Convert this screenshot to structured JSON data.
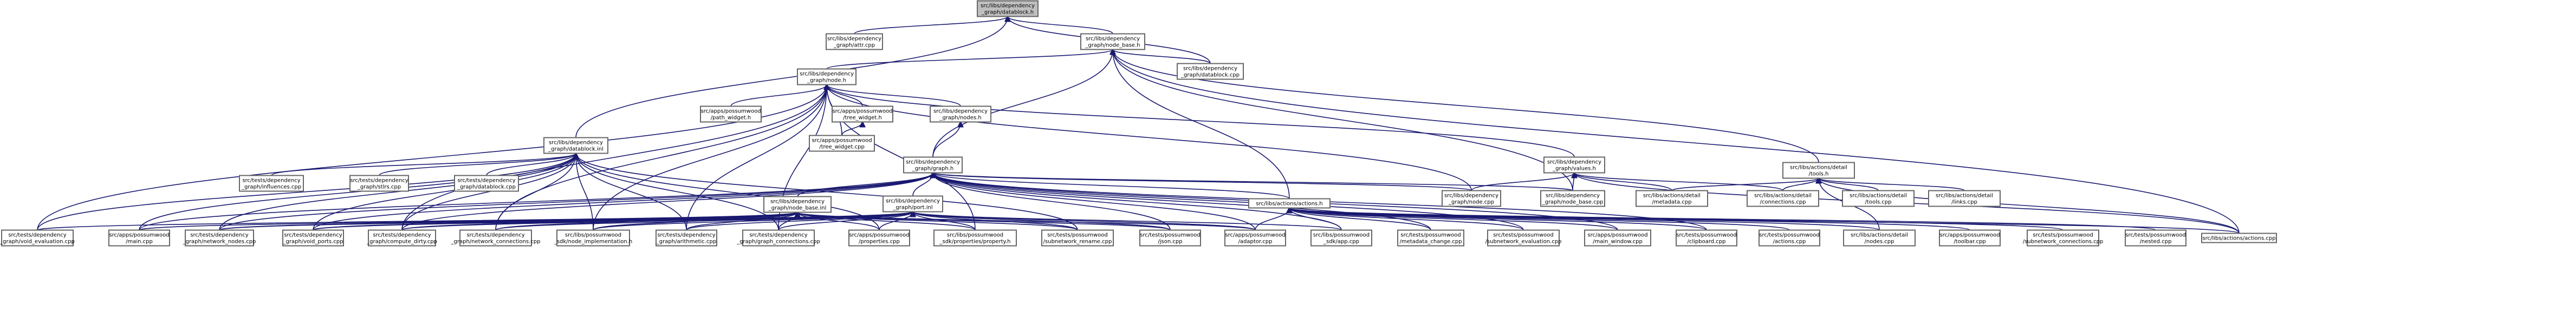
{
  "diagram": {
    "colors": {
      "focus_fill": "#bfbfbf",
      "node_fill": "#ffffff",
      "node_border": "#666666",
      "red_border": "#ff0000",
      "edge": "#191970",
      "text": "#000000"
    },
    "nodes": [
      {
        "id": "datablock_h",
        "lines": [
          "src/libs/dependency",
          "_graph/datablock.h"
        ],
        "focus": true,
        "red": false
      },
      {
        "id": "attr_cpp",
        "lines": [
          "src/libs/dependency",
          "_graph/attr.cpp"
        ],
        "focus": false,
        "red": false
      },
      {
        "id": "node_base_h",
        "lines": [
          "src/libs/dependency",
          "_graph/node_base.h"
        ],
        "focus": false,
        "red": false
      },
      {
        "id": "node_h",
        "lines": [
          "src/libs/dependency",
          "_graph/node.h"
        ],
        "focus": false,
        "red": true
      },
      {
        "id": "datablock_cpp",
        "lines": [
          "src/libs/dependency",
          "_graph/datablock.cpp"
        ],
        "focus": false,
        "red": false
      },
      {
        "id": "path_widget",
        "lines": [
          "src/apps/possumwood",
          "/path_widget.h"
        ],
        "focus": false,
        "red": true
      },
      {
        "id": "tree_widget",
        "lines": [
          "src/apps/possumwood",
          "/tree_widget.h"
        ],
        "focus": false,
        "red": true
      },
      {
        "id": "nodes_h",
        "lines": [
          "src/libs/dependency",
          "_graph/nodes.h"
        ],
        "focus": false,
        "red": true
      },
      {
        "id": "tree_widget_cpp",
        "lines": [
          "src/apps/possumwood",
          "/tree_widget.cpp"
        ],
        "focus": false,
        "red": false
      },
      {
        "id": "datablock_inl",
        "lines": [
          "src/libs/dependency",
          "_graph/datablock.inl"
        ],
        "focus": false,
        "red": false
      },
      {
        "id": "graph_h",
        "lines": [
          "src/libs/dependency",
          "_graph/graph.h"
        ],
        "focus": false,
        "red": true
      },
      {
        "id": "values_h",
        "lines": [
          "src/libs/dependency",
          "_graph/values.h"
        ],
        "focus": false,
        "red": true
      },
      {
        "id": "detail_tools_h",
        "lines": [
          "src/libs/actions/detail",
          "/tools.h"
        ],
        "focus": false,
        "red": false
      },
      {
        "id": "t_influences",
        "lines": [
          "src/tests/dependency",
          "_graph/influences.cpp"
        ],
        "focus": false,
        "red": false
      },
      {
        "id": "t_stlrs",
        "lines": [
          "src/tests/dependency",
          "_graph/stlrs.cpp"
        ],
        "focus": false,
        "red": false
      },
      {
        "id": "t_datablock",
        "lines": [
          "src/tests/dependency",
          "_graph/datablock.cpp"
        ],
        "focus": false,
        "red": false
      },
      {
        "id": "node_base_inl",
        "lines": [
          "src/libs/dependency",
          "_graph/node_base.inl"
        ],
        "focus": false,
        "red": true
      },
      {
        "id": "port_inl",
        "lines": [
          "src/libs/dependency",
          "_graph/port.inl"
        ],
        "focus": false,
        "red": true
      },
      {
        "id": "actions_h",
        "lines": [
          "src/libs/actions/actions.h"
        ],
        "focus": false,
        "red": false
      },
      {
        "id": "node_cpp",
        "lines": [
          "src/libs/dependency",
          "_graph/node.cpp"
        ],
        "focus": false,
        "red": false
      },
      {
        "id": "node_base_cpp",
        "lines": [
          "src/libs/dependency",
          "_graph/node_base.cpp"
        ],
        "focus": false,
        "red": false
      },
      {
        "id": "metadata_cpp",
        "lines": [
          "src/libs/actions/detail",
          "/metadata.cpp"
        ],
        "focus": false,
        "red": false
      },
      {
        "id": "connections_cpp",
        "lines": [
          "src/libs/actions/detail",
          "/connections.cpp"
        ],
        "focus": false,
        "red": false
      },
      {
        "id": "tools_cpp",
        "lines": [
          "src/libs/actions/detail",
          "/tools.cpp"
        ],
        "focus": false,
        "red": false
      },
      {
        "id": "links_cpp",
        "lines": [
          "src/libs/actions/detail",
          "/links.cpp"
        ],
        "focus": false,
        "red": false
      },
      {
        "id": "b_void_eval",
        "lines": [
          "src/tests/dependency",
          "_graph/void_evaluation.cpp"
        ],
        "focus": false,
        "red": false
      },
      {
        "id": "b_main",
        "lines": [
          "src/apps/possumwood",
          "/main.cpp"
        ],
        "focus": false,
        "red": false
      },
      {
        "id": "b_network_nodes",
        "lines": [
          "src/tests/dependency",
          "_graph/network_nodes.cpp"
        ],
        "focus": false,
        "red": false
      },
      {
        "id": "b_void_ports",
        "lines": [
          "src/tests/dependency",
          "_graph/void_ports.cpp"
        ],
        "focus": false,
        "red": false
      },
      {
        "id": "b_compute_dirty",
        "lines": [
          "src/tests/dependency",
          "_graph/compute_dirty.cpp"
        ],
        "focus": false,
        "red": false
      },
      {
        "id": "b_network_conn",
        "lines": [
          "src/tests/dependency",
          "_graph/network_connections.cpp"
        ],
        "focus": false,
        "red": false
      },
      {
        "id": "b_node_impl",
        "lines": [
          "src/libs/possumwood",
          "_sdk/node_implementation.h"
        ],
        "focus": false,
        "red": true
      },
      {
        "id": "b_arithmetic",
        "lines": [
          "src/tests/dependency",
          "_graph/arithmetic.cpp"
        ],
        "focus": false,
        "red": false
      },
      {
        "id": "b_graph_conn",
        "lines": [
          "src/tests/dependency",
          "_graph/graph_connections.cpp"
        ],
        "focus": false,
        "red": false
      },
      {
        "id": "b_properties",
        "lines": [
          "src/apps/possumwood",
          "/properties.cpp"
        ],
        "focus": false,
        "red": false
      },
      {
        "id": "b_property",
        "lines": [
          "src/libs/possumwood",
          "_sdk/properties/property.h"
        ],
        "focus": false,
        "red": true
      },
      {
        "id": "b_subnet_rename",
        "lines": [
          "src/tests/possumwood",
          "/subnetwork_rename.cpp"
        ],
        "focus": false,
        "red": false
      },
      {
        "id": "b_json",
        "lines": [
          "src/tests/possumwood",
          "/json.cpp"
        ],
        "focus": false,
        "red": false
      },
      {
        "id": "b_adaptor",
        "lines": [
          "src/apps/possumwood",
          "/adaptor.cpp"
        ],
        "focus": false,
        "red": false
      },
      {
        "id": "b_app",
        "lines": [
          "src/libs/possumwood",
          "_sdk/app.cpp"
        ],
        "focus": false,
        "red": false
      },
      {
        "id": "b_metadata_change",
        "lines": [
          "src/tests/possumwood",
          "/metadata_change.cpp"
        ],
        "focus": false,
        "red": false
      },
      {
        "id": "b_subnet_eval",
        "lines": [
          "src/tests/possumwood",
          "/subnetwork_evaluation.cpp"
        ],
        "focus": false,
        "red": false
      },
      {
        "id": "b_main_window",
        "lines": [
          "src/apps/possumwood",
          "/main_window.cpp"
        ],
        "focus": false,
        "red": false
      },
      {
        "id": "b_clipboard",
        "lines": [
          "src/tests/possumwood",
          "/clipboard.cpp"
        ],
        "focus": false,
        "red": false
      },
      {
        "id": "b_actions_t",
        "lines": [
          "src/tests/possumwood",
          "/actions.cpp"
        ],
        "focus": false,
        "red": false
      },
      {
        "id": "b_detail_nodes",
        "lines": [
          "src/libs/actions/detail",
          "/nodes.cpp"
        ],
        "focus": false,
        "red": false
      },
      {
        "id": "b_toolbar",
        "lines": [
          "src/apps/possumwood",
          "/toolbar.cpp"
        ],
        "focus": false,
        "red": false
      },
      {
        "id": "b_subnet_conn",
        "lines": [
          "src/tests/possumwood",
          "/subnetwork_connections.cpp"
        ],
        "focus": false,
        "red": false
      },
      {
        "id": "b_nested",
        "lines": [
          "src/tests/possumwood",
          "/nested.cpp"
        ],
        "focus": false,
        "red": false
      },
      {
        "id": "b_actions_cpp",
        "lines": [
          "src/libs/actions/actions.cpp"
        ],
        "focus": false,
        "red": false
      }
    ],
    "edges": [
      [
        "attr_cpp",
        "datablock_h"
      ],
      [
        "node_base_h",
        "datablock_h"
      ],
      [
        "datablock_cpp",
        "datablock_h"
      ],
      [
        "datablock_inl",
        "datablock_h"
      ],
      [
        "node_h",
        "node_base_h"
      ],
      [
        "datablock_cpp",
        "node_base_h"
      ],
      [
        "graph_h",
        "node_base_h"
      ],
      [
        "actions_h",
        "node_base_h"
      ],
      [
        "detail_tools_h",
        "node_base_h"
      ],
      [
        "node_base_cpp",
        "node_base_h"
      ],
      [
        "b_actions_cpp",
        "node_base_h"
      ],
      [
        "path_widget",
        "node_h"
      ],
      [
        "tree_widget",
        "node_h"
      ],
      [
        "nodes_h",
        "node_h"
      ],
      [
        "tree_widget_cpp",
        "node_h"
      ],
      [
        "values_h",
        "node_h"
      ],
      [
        "b_void_eval",
        "node_h"
      ],
      [
        "b_node_impl",
        "node_h"
      ],
      [
        "b_compute_dirty",
        "node_h"
      ],
      [
        "b_arithmetic",
        "node_h"
      ],
      [
        "b_network_conn",
        "node_h"
      ],
      [
        "b_property",
        "node_h"
      ],
      [
        "node_cpp",
        "node_h"
      ],
      [
        "b_graph_conn",
        "node_h"
      ],
      [
        "graph_h",
        "nodes_h"
      ],
      [
        "tree_widget_cpp",
        "tree_widget"
      ],
      [
        "t_influences",
        "datablock_inl"
      ],
      [
        "t_stlrs",
        "datablock_inl"
      ],
      [
        "t_datablock",
        "datablock_inl"
      ],
      [
        "b_void_eval",
        "datablock_inl"
      ],
      [
        "b_main",
        "datablock_inl"
      ],
      [
        "b_network_nodes",
        "datablock_inl"
      ],
      [
        "b_void_ports",
        "datablock_inl"
      ],
      [
        "b_compute_dirty",
        "datablock_inl"
      ],
      [
        "b_network_conn",
        "datablock_inl"
      ],
      [
        "b_node_impl",
        "datablock_inl"
      ],
      [
        "b_arithmetic",
        "datablock_inl"
      ],
      [
        "b_graph_conn",
        "datablock_inl"
      ],
      [
        "b_properties",
        "datablock_inl"
      ],
      [
        "b_subnet_rename",
        "datablock_inl"
      ],
      [
        "node_base_inl",
        "graph_h"
      ],
      [
        "port_inl",
        "graph_h"
      ],
      [
        "actions_h",
        "graph_h"
      ],
      [
        "node_cpp",
        "graph_h"
      ],
      [
        "node_base_cpp",
        "graph_h"
      ],
      [
        "b_main",
        "graph_h"
      ],
      [
        "b_network_nodes",
        "graph_h"
      ],
      [
        "b_void_ports",
        "graph_h"
      ],
      [
        "b_compute_dirty",
        "graph_h"
      ],
      [
        "b_json",
        "graph_h"
      ],
      [
        "b_adaptor",
        "graph_h"
      ],
      [
        "b_app",
        "graph_h"
      ],
      [
        "b_metadata_change",
        "graph_h"
      ],
      [
        "b_subnet_eval",
        "graph_h"
      ],
      [
        "b_main_window",
        "graph_h"
      ],
      [
        "b_clipboard",
        "graph_h"
      ],
      [
        "b_void_eval",
        "node_base_inl"
      ],
      [
        "b_main",
        "node_base_inl"
      ],
      [
        "b_network_nodes",
        "node_base_inl"
      ],
      [
        "b_void_ports",
        "node_base_inl"
      ],
      [
        "b_compute_dirty",
        "node_base_inl"
      ],
      [
        "b_network_conn",
        "node_base_inl"
      ],
      [
        "b_node_impl",
        "node_base_inl"
      ],
      [
        "b_arithmetic",
        "node_base_inl"
      ],
      [
        "b_graph_conn",
        "node_base_inl"
      ],
      [
        "b_properties",
        "node_base_inl"
      ],
      [
        "b_property",
        "node_base_inl"
      ],
      [
        "b_subnet_rename",
        "node_base_inl"
      ],
      [
        "b_json",
        "node_base_inl"
      ],
      [
        "b_adaptor",
        "node_base_inl"
      ],
      [
        "b_network_nodes",
        "port_inl"
      ],
      [
        "b_void_ports",
        "port_inl"
      ],
      [
        "b_compute_dirty",
        "port_inl"
      ],
      [
        "b_network_conn",
        "port_inl"
      ],
      [
        "b_node_impl",
        "port_inl"
      ],
      [
        "b_arithmetic",
        "port_inl"
      ],
      [
        "b_graph_conn",
        "port_inl"
      ],
      [
        "b_properties",
        "port_inl"
      ],
      [
        "b_property",
        "port_inl"
      ],
      [
        "b_subnet_rename",
        "port_inl"
      ],
      [
        "b_json",
        "port_inl"
      ],
      [
        "b_adaptor",
        "port_inl"
      ],
      [
        "b_app",
        "port_inl"
      ],
      [
        "node_cpp",
        "values_h"
      ],
      [
        "node_base_cpp",
        "values_h"
      ],
      [
        "metadata_cpp",
        "values_h"
      ],
      [
        "connections_cpp",
        "values_h"
      ],
      [
        "b_actions_cpp",
        "values_h"
      ],
      [
        "metadata_cpp",
        "detail_tools_h"
      ],
      [
        "connections_cpp",
        "detail_tools_h"
      ],
      [
        "tools_cpp",
        "detail_tools_h"
      ],
      [
        "links_cpp",
        "detail_tools_h"
      ],
      [
        "b_detail_nodes",
        "detail_tools_h"
      ],
      [
        "b_actions_cpp",
        "detail_tools_h"
      ],
      [
        "b_adaptor",
        "actions_h"
      ],
      [
        "b_app",
        "actions_h"
      ],
      [
        "b_main_window",
        "actions_h"
      ],
      [
        "b_clipboard",
        "actions_h"
      ],
      [
        "b_actions_t",
        "actions_h"
      ],
      [
        "b_detail_nodes",
        "actions_h"
      ],
      [
        "b_toolbar",
        "actions_h"
      ],
      [
        "b_subnet_conn",
        "actions_h"
      ],
      [
        "b_nested",
        "actions_h"
      ],
      [
        "b_actions_cpp",
        "actions_h"
      ],
      [
        "b_subnet_eval",
        "actions_h"
      ],
      [
        "b_metadata_change",
        "actions_h"
      ]
    ]
  }
}
